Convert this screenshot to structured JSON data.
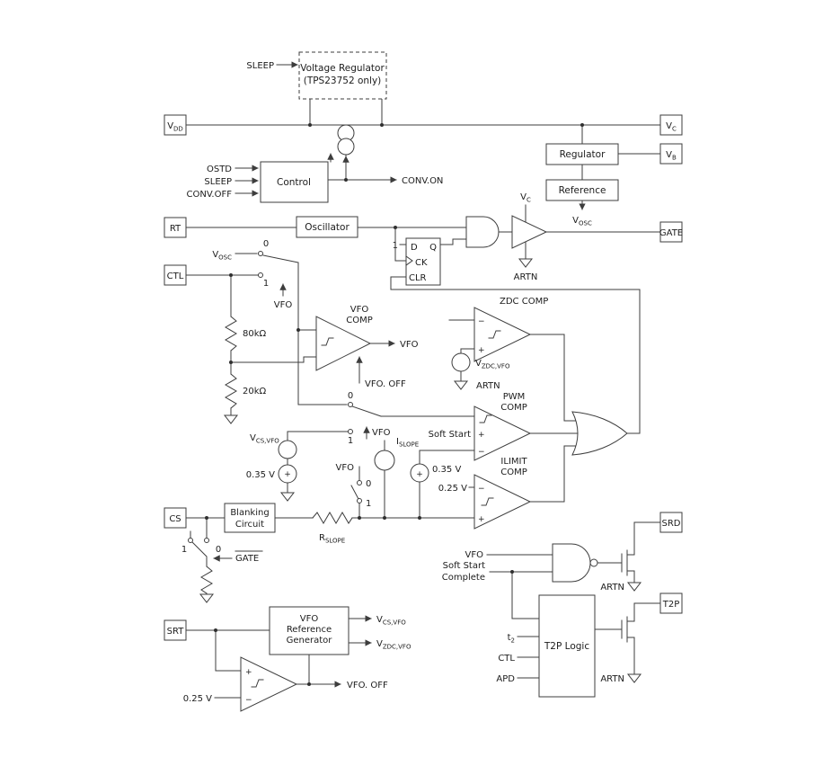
{
  "pins": {
    "vdd": {
      "base": "V",
      "sub": "DD"
    },
    "vc": {
      "base": "V",
      "sub": "C"
    },
    "vb": {
      "base": "V",
      "sub": "B"
    },
    "rt": "RT",
    "ctl": "CTL",
    "gate": "GATE",
    "cs": "CS",
    "srt": "SRT",
    "srd": "SRD",
    "t2p": "T2P"
  },
  "blocks": {
    "voltage_regulator": {
      "line1": "Voltage Regulator",
      "line2": "(TPS23752 only)"
    },
    "control": "Control",
    "regulator": "Regulator",
    "reference": "Reference",
    "oscillator": "Oscillator",
    "blanking": {
      "line1": "Blanking",
      "line2": "Circuit"
    },
    "vfo_reference_generator": {
      "line1": "VFO",
      "line2": "Reference",
      "line3": "Generator"
    },
    "t2p_logic": "T2P Logic",
    "flip_flop": {
      "d": "D",
      "q": "Q",
      "ck": "CK",
      "clr": "CLR",
      "d_input": "1"
    }
  },
  "comparators": {
    "vfo_comp": {
      "line1": "VFO",
      "line2": "COMP"
    },
    "zdc_comp": "ZDC COMP",
    "pwm_comp": {
      "line1": "PWM",
      "line2": "COMP"
    },
    "ilimit_comp": {
      "line1": "ILIMIT",
      "line2": "COMP"
    }
  },
  "control_block": {
    "in_ostd": "OSTD",
    "in_sleep": "SLEEP",
    "in_conv_off": "CONV.OFF",
    "out_conv_on": "CONV.ON"
  },
  "labels": {
    "sleep_top": "SLEEP",
    "vosc_reference": {
      "base": "V",
      "sub": "OSC"
    },
    "vosc_mux": {
      "base": "V",
      "sub": "OSC"
    },
    "vc_driver": {
      "base": "V",
      "sub": "C"
    },
    "artn_driver": "ARTN",
    "artn_zdc": "ARTN",
    "artn_srd": "ARTN",
    "artn_t2p": "ARTN",
    "vfo_output": "VFO",
    "vfo_off_comp": "VFO. OFF",
    "vfo_off_srt": "VFO. OFF",
    "vzdc_vfo_source": {
      "base": "V",
      "sub": "ZDC,VFO"
    },
    "vzdc_vfo_output": {
      "base": "V",
      "sub": "ZDC,VFO"
    },
    "vcs_vfo_source": {
      "base": "V",
      "sub": "CS,VFO"
    },
    "vcs_vfo_output": {
      "base": "V",
      "sub": "CS,VFO"
    },
    "islope": {
      "base": "I",
      "sub": "SLOPE"
    },
    "rslope": {
      "base": "R",
      "sub": "SLOPE"
    },
    "soft_start": "Soft Start",
    "soft_start_complete": {
      "line1": "Soft Start",
      "line2": "Complete"
    },
    "vfo_nand": "VFO",
    "gate_overline": "GATE",
    "t2": {
      "base": "t",
      "sub": "2"
    },
    "ctl_t2p": "CTL",
    "apd": "APD",
    "r_80k": "80kΩ",
    "r_20k": "20kΩ",
    "v035_left": "0.35 V",
    "v035_right": "0.35 V",
    "v025_ilimit": "0.25 V",
    "v025_srt": "0.25 V"
  },
  "switches": {
    "ctl_mux": {
      "pos0": "0",
      "pos1": "1",
      "ctrl": "VFO"
    },
    "pwm_mux": {
      "pos0": "0",
      "pos1": "1",
      "ctrl": "VFO"
    },
    "slope_switch": {
      "ctrl": "VFO",
      "pos0": "0",
      "pos1": "1"
    },
    "cs_switch": {
      "pos1": "1",
      "pos0": "0"
    }
  },
  "symbols": {
    "plus": "+",
    "minus": "−"
  }
}
